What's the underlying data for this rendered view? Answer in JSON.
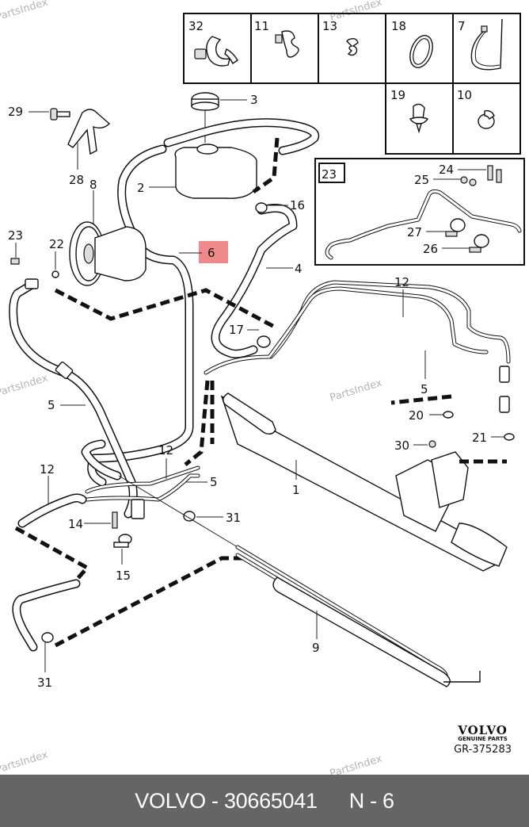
{
  "footer": {
    "brand": "VOLVO",
    "separator": "-",
    "part_number": "30665041",
    "position": "N - 6"
  },
  "branding": {
    "logo_text": "VOLVO",
    "logo_subtext": "GENUINE PARTS",
    "drawing_code": "GR-375283"
  },
  "watermark": "PartsIndex",
  "highlight": {
    "label": "6",
    "color": "#f08a8a"
  },
  "kit_boxes": [
    {
      "label": "32",
      "icon": "hose-clamp-bracket"
    },
    {
      "label": "11",
      "icon": "pipe-clip"
    },
    {
      "label": "13",
      "icon": "spring-clip"
    },
    {
      "label": "18",
      "icon": "o-ring"
    },
    {
      "label": "7",
      "icon": "cable-tie"
    },
    {
      "label": "19",
      "icon": "push-clip"
    },
    {
      "label": "10",
      "icon": "hose-clamp"
    }
  ],
  "inset": {
    "label": "23",
    "callouts": [
      "24",
      "25",
      "27",
      "26"
    ]
  },
  "callouts": {
    "c1": "1",
    "c2": "2",
    "c3": "3",
    "c4": "4",
    "c5a": "5",
    "c5b": "5",
    "c5c": "5",
    "c6": "6",
    "c8": "8",
    "c9": "9",
    "c12a": "12",
    "c12b": "12",
    "c12c": "12",
    "c14": "14",
    "c15": "15",
    "c16": "16",
    "c17": "17",
    "c20": "20",
    "c21": "21",
    "c22": "22",
    "c23": "23",
    "c28": "28",
    "c29": "29",
    "c30": "30",
    "c31a": "31",
    "c31b": "31"
  }
}
